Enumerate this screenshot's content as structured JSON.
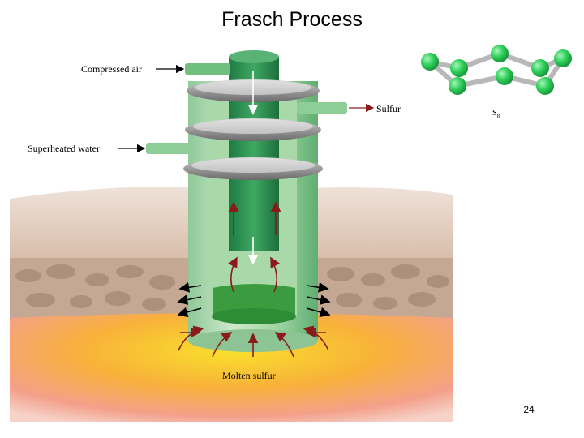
{
  "slide": {
    "title": "Frasch Process",
    "page_number": "24"
  },
  "diagram": {
    "labels": {
      "compressed_air": "Compressed air",
      "superheated_water": "Superheated water",
      "sulfur": "Sulfur",
      "molten_sulfur": "Molten sulfur",
      "s8": "S",
      "s8_subscript": "8"
    },
    "colors": {
      "pipe_green": "#6fbf7f",
      "pipe_dark": "#2e8b4f",
      "arrow_red": "#8b1a1a",
      "earth_top": "#d9bfae",
      "rock_layer": "#c7aa96",
      "molten": "#f7c93a",
      "atom_green": "#2fd05a"
    }
  }
}
